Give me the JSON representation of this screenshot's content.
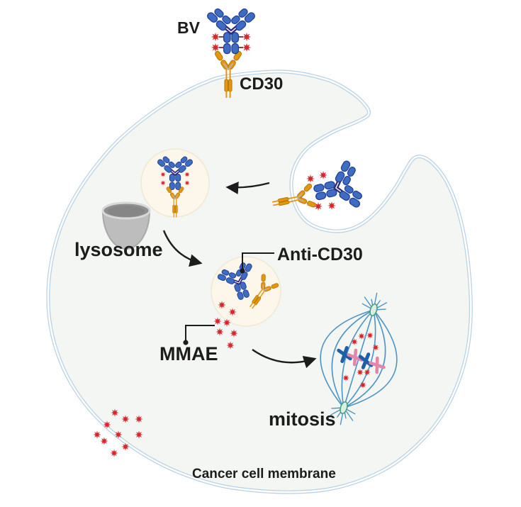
{
  "labels": {
    "bv": "BV",
    "cd30": "CD30",
    "lysosome": "lysosome",
    "anti_cd30": "Anti-CD30",
    "mmae": "MMAE",
    "mitosis": "mitosis",
    "cancer_cell_membrane": "Cancer cell membrane"
  },
  "icons": {
    "bv_antibody": "blue-igg-antibody-icon",
    "cd30_receptor": "orange-y-receptor-icon",
    "mmae_molecule": "red-8-point-star-icon",
    "endosome": "cream-vesicle-circle",
    "lysosome": "gray-bowl-icon",
    "mitotic_spindle": "blue-spindle-with-chromosomes-icon",
    "cell_membrane": "light-blue-double-line"
  },
  "counts": {
    "mmae_stars_on_bv": 4,
    "mmae_stars_on_internalized_complex": 4,
    "mmae_stars_in_endosome": 4,
    "mmae_stars_released": 7,
    "mmae_stars_in_spindle": 8,
    "mmae_stars_exiting_cell": 10,
    "chromosomes": 4
  },
  "colors": {
    "ink": "#1c1c1c",
    "antibody-blue": "#3d6cc2",
    "antibody-outline": "#1e3f96",
    "hinge-navy": "#312a7c",
    "cd30-orange": "#e5960f",
    "cd30-outline": "#b87808",
    "connector-gray": "#b9b3a4",
    "mmae-red": "#d9262c",
    "linker-dark": "#5f1414",
    "membrane-blue": "#b7d0e3",
    "cell-fill": "#f3f6f3",
    "vesicle-fill": "#fcf7ea",
    "vesicle-stroke": "#f1e8d1",
    "lysosome-body": "#bdbdbd",
    "lysosome-open": "#8f8f8f",
    "lysosome-inner": "#868686",
    "lysosome-rim": "#d8d8d8",
    "lysosome-rim2": "#a9a9a9",
    "spindle-blue": "#4b94c6",
    "chromosome-blue": "#1e5fa9",
    "chromosome-pink": "#e585aa",
    "centrosome-fill": "#d9f0e4",
    "centrosome-stroke": "#46a07e"
  }
}
